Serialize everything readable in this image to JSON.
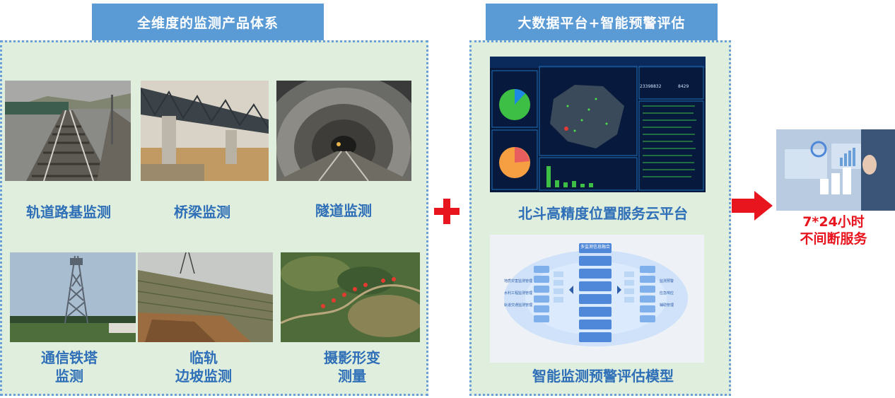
{
  "left_section": {
    "header": "全维度的监测产品体系",
    "items": [
      {
        "lines": [
          "轨道路基监测"
        ]
      },
      {
        "lines": [
          "桥梁监测"
        ]
      },
      {
        "lines": [
          "隧道监测"
        ]
      },
      {
        "lines": [
          "通信铁塔",
          "监测"
        ]
      },
      {
        "lines": [
          "临轨",
          "边坡监测"
        ]
      },
      {
        "lines": [
          "摄影形变",
          "测量"
        ]
      }
    ]
  },
  "right_section": {
    "header": "大数据平台+智能预警评估",
    "platform_label": "北斗高精度位置服务云平台",
    "model_label": "智能监测预警评估模型",
    "dashboard": {
      "stat_1": "23398832",
      "stat_2": "8429"
    },
    "model_diagram": {
      "center_top": "多监测信息融合",
      "left_items": [
        "地质灾害监测管理",
        "水利工程监测管理",
        "轨道交通监测管理"
      ],
      "right_items": [
        "监测预警",
        "应急响应",
        "辅助管理"
      ]
    }
  },
  "service": {
    "lines": [
      "7*24小时",
      "不间断服务"
    ]
  },
  "colors": {
    "header_bg": "#5b9bd5",
    "panel_bg": "#dfeedd",
    "panel_border": "#6b9fd8",
    "label_blue": "#2e6fb7",
    "accent_red": "#e8141e"
  }
}
